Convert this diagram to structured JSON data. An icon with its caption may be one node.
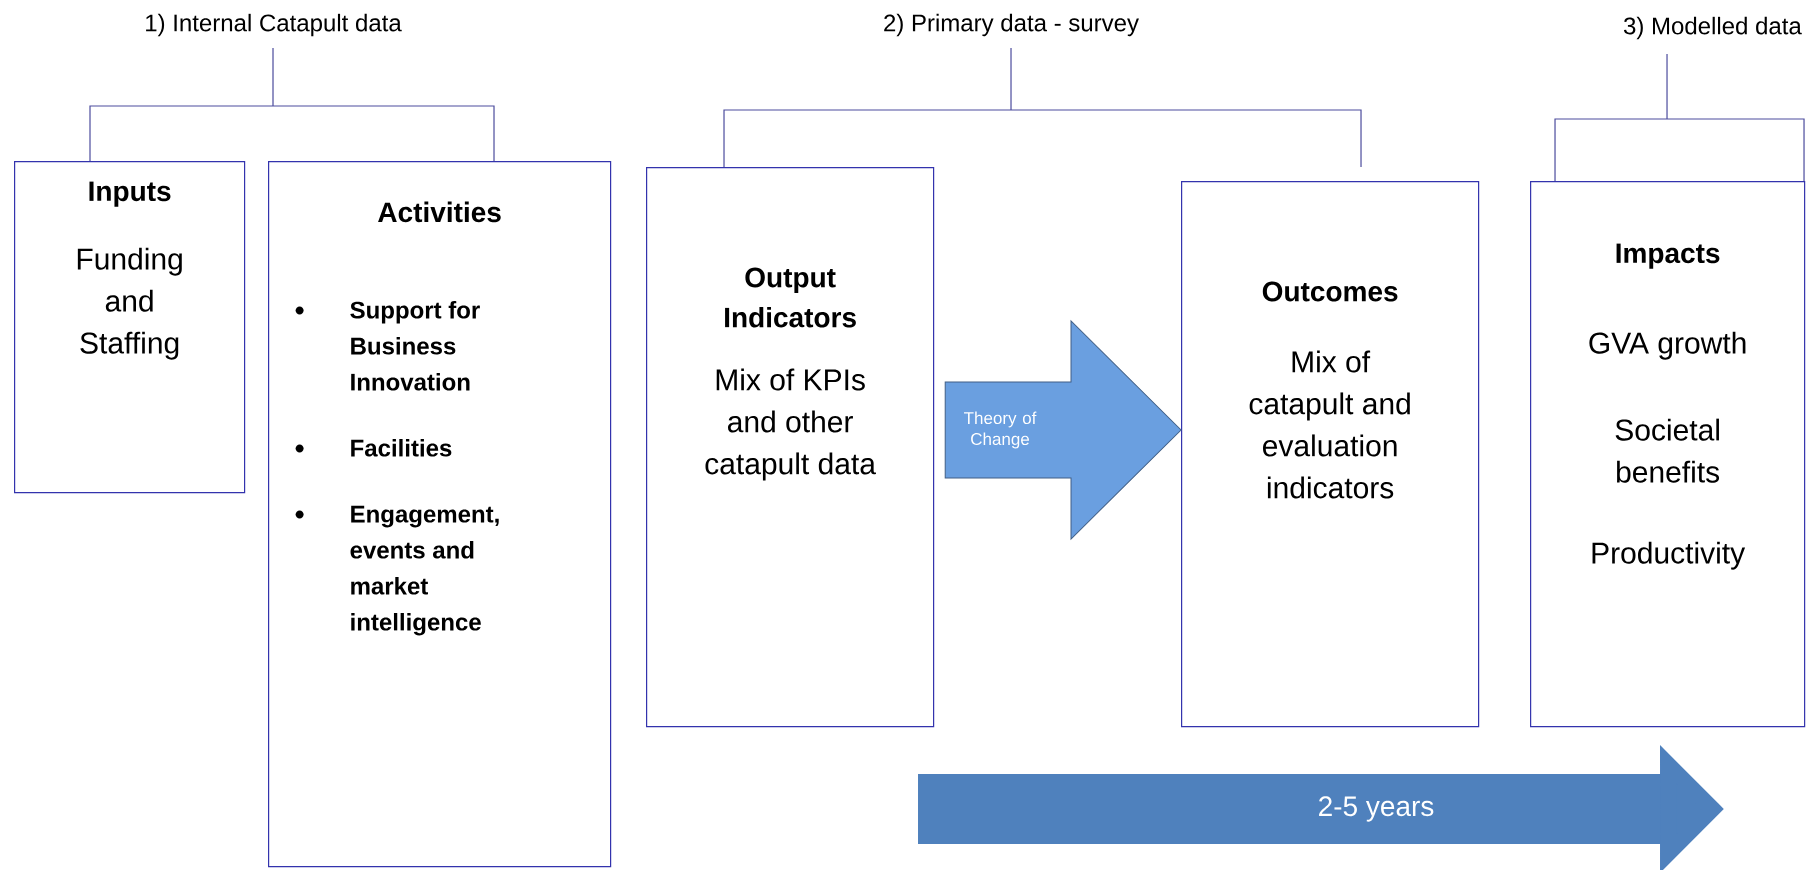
{
  "diagram": {
    "nodes": [
      {
        "text": [
          "Inputs",
          "Funding and Staffing"
        ]
      },
      {
        "text": [
          "Activities",
          "Support for Business Innovation",
          "Facilities",
          "Engagement, events and market intelligence"
        ]
      },
      {
        "text": [
          "Output Indicators",
          "Mix of KPIs and other catapult data"
        ]
      },
      {
        "text": [
          "Outcomes",
          "Mix of catapult and evaluation indicators"
        ]
      },
      {
        "text": [
          "Impacts",
          "GVA growth",
          "Societal benefits",
          "Productivity"
        ]
      }
    ],
    "edges": [
      {
        "from": 2,
        "to": 3,
        "arrow": "to",
        "label": "Theory of Change"
      }
    ],
    "labels": [
      "1) Internal Catapult data",
      "2) Primary data - survey",
      "3) Modelled data",
      "2-5 years"
    ]
  }
}
